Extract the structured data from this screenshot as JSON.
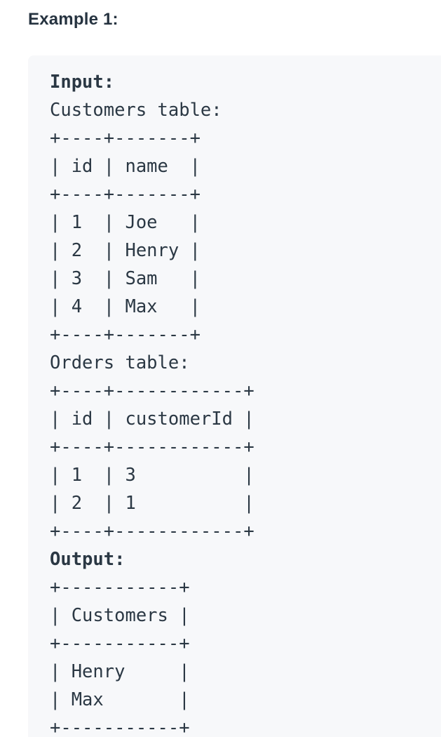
{
  "example": {
    "title": "Example 1:"
  },
  "code": {
    "background_color": "#f7f8fa",
    "text_color": "#2b3844",
    "input_label": "Input:",
    "output_label": "Output:",
    "tables": {
      "customers": {
        "label": "Customers table:",
        "columns": [
          "id",
          "name"
        ],
        "rows": [
          [
            "1",
            "Joe"
          ],
          [
            "2",
            "Henry"
          ],
          [
            "3",
            "Sam"
          ],
          [
            "4",
            "Max"
          ]
        ]
      },
      "orders": {
        "label": "Orders table:",
        "columns": [
          "id",
          "customerId"
        ],
        "rows": [
          [
            "1",
            "3"
          ],
          [
            "2",
            "1"
          ]
        ]
      },
      "output": {
        "columns": [
          "Customers"
        ],
        "rows": [
          [
            "Henry"
          ],
          [
            "Max"
          ]
        ]
      }
    },
    "lines": [
      "Input:",
      "Customers table:",
      "+----+-------+",
      "| id | name  |",
      "+----+-------+",
      "| 1  | Joe   |",
      "| 2  | Henry |",
      "| 3  | Sam   |",
      "| 4  | Max   |",
      "+----+-------+",
      "Orders table:",
      "+----+------------+",
      "| id | customerId |",
      "+----+------------+",
      "| 1  | 3          |",
      "| 2  | 1          |",
      "+----+------------+",
      "Output:",
      "+-----------+",
      "| Customers |",
      "+-----------+",
      "| Henry     |",
      "| Max       |",
      "+-----------+"
    ]
  }
}
